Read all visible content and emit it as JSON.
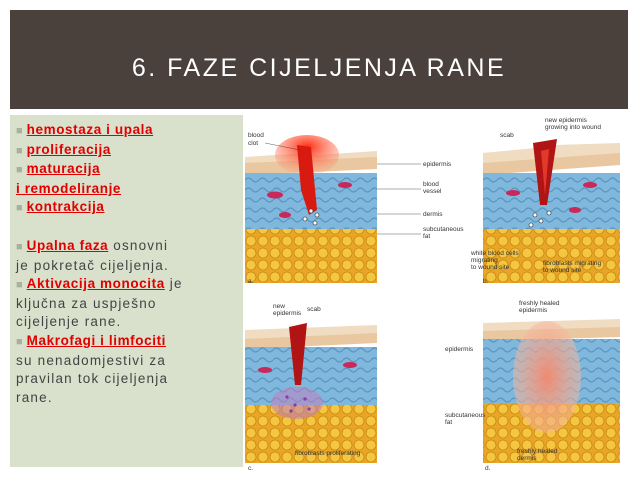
{
  "slide": {
    "title": "6. FAZE CIJELJENJA RANE",
    "bullets": [
      "hemostaza i upala",
      "proliferacija",
      "maturacija",
      "i remodeliranje",
      "kontrakcija"
    ],
    "para1": {
      "highlight": "Upalna faza",
      "rest_a": " osnovni",
      "rest_b": "je pokretač cijeljenja."
    },
    "para2": {
      "highlight": "Aktivacija monocita",
      "rest_a": " je",
      "rest_b": "ključna za uspješno",
      "rest_c": "cijeljenje rane."
    },
    "para3": {
      "highlight": "Makrofagi i limfociti",
      "rest_a": "su nenadomjestivi za",
      "rest_b": "pravilan tok cijeljenja",
      "rest_c": "rane."
    }
  },
  "figure": {
    "panel_a": {
      "letter": "a.",
      "labels": [
        "blood",
        "clot",
        "epidermis",
        "blood",
        "vessel",
        "dermis",
        "subcutaneous",
        "fat"
      ]
    },
    "panel_b": {
      "letter": "b.",
      "labels": [
        "new epidermis",
        "growing into wound",
        "scab",
        "white blood cells",
        "migrating",
        "to wound site",
        "fibroblasts migrating",
        "to wound site"
      ]
    },
    "panel_c": {
      "letter": "c.",
      "labels": [
        "new",
        "epidermis",
        "scab",
        "fibroblasts proliferating"
      ]
    },
    "panel_d": {
      "letter": "d.",
      "labels": [
        "freshly healed",
        "epidermis",
        "epidermis",
        "subcutaneous",
        "fat",
        "freshly healed",
        "dermis"
      ]
    }
  },
  "colors": {
    "header": "#4a403c",
    "panel": "#d9e0cc",
    "accent_red": "#e00000"
  }
}
